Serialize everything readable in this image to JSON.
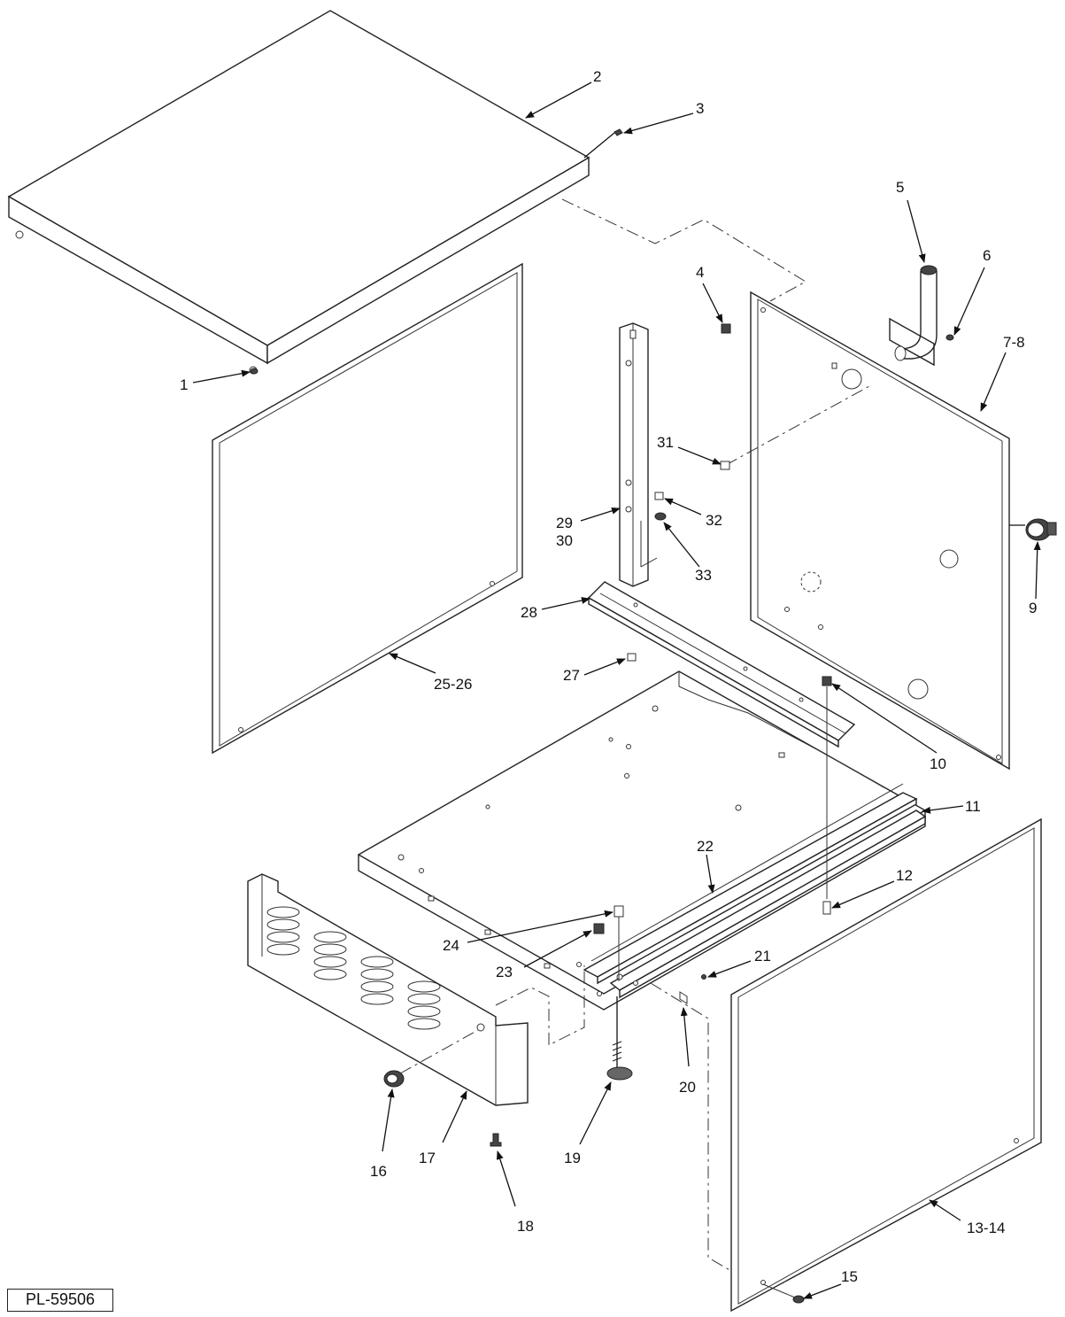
{
  "callouts": [
    {
      "id": "c1",
      "text": "1"
    },
    {
      "id": "c2",
      "text": "2"
    },
    {
      "id": "c3",
      "text": "3"
    },
    {
      "id": "c4",
      "text": "4"
    },
    {
      "id": "c5",
      "text": "5"
    },
    {
      "id": "c6",
      "text": "6"
    },
    {
      "id": "c7",
      "text": "7-8"
    },
    {
      "id": "c9",
      "text": "9"
    },
    {
      "id": "c10",
      "text": "10"
    },
    {
      "id": "c11",
      "text": "11"
    },
    {
      "id": "c12",
      "text": "12"
    },
    {
      "id": "c13",
      "text": "13-14"
    },
    {
      "id": "c15",
      "text": "15"
    },
    {
      "id": "c16",
      "text": "16"
    },
    {
      "id": "c17",
      "text": "17"
    },
    {
      "id": "c18",
      "text": "18"
    },
    {
      "id": "c19",
      "text": "19"
    },
    {
      "id": "c20",
      "text": "20"
    },
    {
      "id": "c21",
      "text": "21"
    },
    {
      "id": "c22",
      "text": "22"
    },
    {
      "id": "c23",
      "text": "23"
    },
    {
      "id": "c24",
      "text": "24"
    },
    {
      "id": "c25",
      "text": "25-26"
    },
    {
      "id": "c27",
      "text": "27"
    },
    {
      "id": "c28",
      "text": "28"
    },
    {
      "id": "c29",
      "text": "29"
    },
    {
      "id": "c30",
      "text": "30"
    },
    {
      "id": "c31",
      "text": "31"
    },
    {
      "id": "c32",
      "text": "32"
    },
    {
      "id": "c33",
      "text": "33"
    }
  ],
  "part_number": "PL-59506"
}
